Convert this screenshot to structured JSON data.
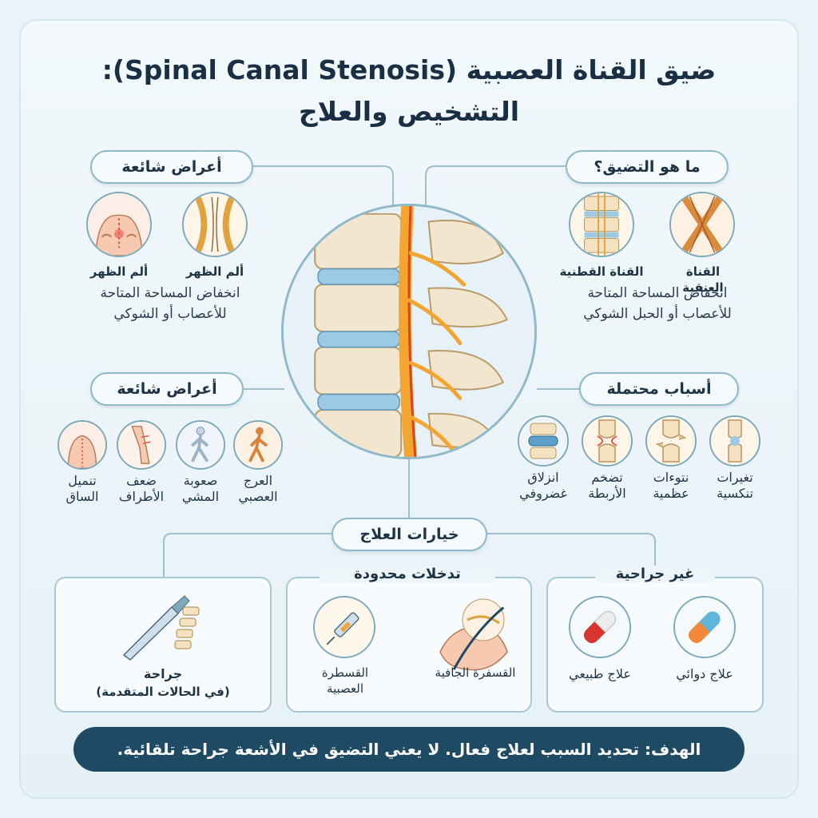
{
  "title": {
    "line1": "ضيق القناة العصبية (Spinal Canal Stenosis):",
    "line2": "التشخيص والعلاج"
  },
  "symptoms_top": {
    "heading": "أعراض شائعة",
    "items": [
      {
        "label": "ألم الظهر",
        "icon": "back-pain-icon"
      },
      {
        "label": "ألم الظهر",
        "icon": "narrowed-canal-icon"
      }
    ],
    "description_line1": "انخفاض المساحة المتاحة",
    "description_line2": "للأعصاب أو الشوكي"
  },
  "what_is": {
    "heading": "ما هو التضيق؟",
    "items": [
      {
        "label": "القناة العنقية",
        "icon": "cervical-canal-icon"
      },
      {
        "label": "القناة القطنية",
        "icon": "lumbar-canal-icon"
      }
    ],
    "description_line1": "انخفاض المساحة المتاحة",
    "description_line2": "للأعصاب أو الحبل الشوكي"
  },
  "symptoms_mid": {
    "heading": "أعراض شائعة",
    "items": [
      {
        "label": "العرج العصبي",
        "icon": "walking-limp-icon"
      },
      {
        "label": "صعوبة المشي",
        "icon": "walking-difficulty-icon"
      },
      {
        "label": "ضعف الأطراف",
        "icon": "limb-weakness-icon"
      },
      {
        "label": "تنميل الساق",
        "icon": "leg-numbness-icon"
      }
    ]
  },
  "causes": {
    "heading": "أسباب محتملة",
    "items": [
      {
        "label": "تغيرات تنكسية",
        "icon": "degenerative-joint-icon"
      },
      {
        "label": "نتوءات عظمية",
        "icon": "bone-spur-icon"
      },
      {
        "label": "تضخم الأربطة",
        "icon": "ligament-icon"
      },
      {
        "label": "انزلاق غضروفي",
        "icon": "disc-herniation-icon"
      }
    ]
  },
  "treatment": {
    "heading": "خيارات العلاج",
    "non_surgical": {
      "heading": "غير جراحية",
      "items": [
        {
          "label": "علاج دوائي",
          "icon": "medication-capsule-icon"
        },
        {
          "label": "علاج طبيعي",
          "icon": "physio-capsule-icon"
        }
      ]
    },
    "limited": {
      "heading": "تدخلات محدودة",
      "items": [
        {
          "label": "القسفرة الجافية",
          "icon": "epidural-catheter-icon"
        },
        {
          "label": "القسطرة العصبية",
          "icon": "nerve-injection-icon"
        }
      ]
    },
    "surgical": {
      "label": "جراحة",
      "sublabel": "(في الحالات المتقدمة)",
      "icon": "scalpel-spine-icon"
    }
  },
  "footer": {
    "text": "الهدف: تحديد السبب لعلاج فعال. لا يعني التضيق في الأشعة جراحة تلقائية."
  },
  "colors": {
    "accent": "#1f4a63",
    "border": "#8fb8c9",
    "nerve": "#f2a531",
    "bone": "#f3e6cf",
    "disc": "#9cc9e4"
  }
}
